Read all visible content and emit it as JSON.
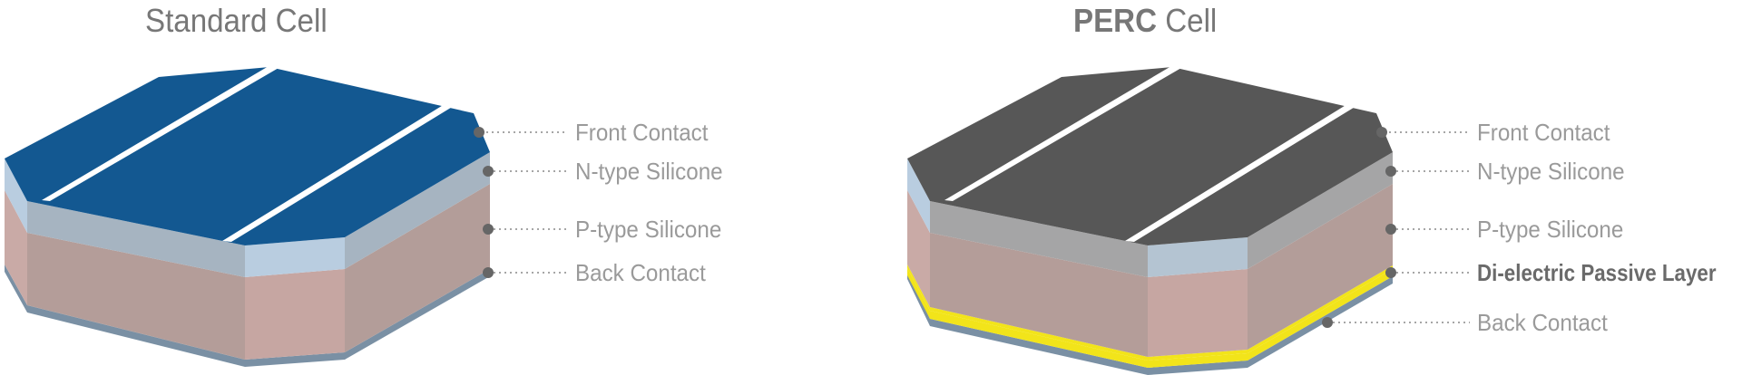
{
  "standard": {
    "title": "Standard Cell",
    "labels": [
      "Front Contact",
      "N-type Silicone",
      "P-type Silicone",
      "Back Contact"
    ]
  },
  "perc": {
    "title_bold": "PERC",
    "title_rest": " Cell",
    "labels": [
      "Front Contact",
      "N-type Silicone",
      "P-type Silicone",
      "Di-electric Passive Layer",
      "Back Contact"
    ]
  },
  "colors": {
    "standard_top": "#135891",
    "perc_top": "#575757",
    "ntype_front": "#b9cde0",
    "ntype_side": "#a6b4c1",
    "ntype_side_perc": "#a5a5a6",
    "ptype_front": "#c6a6a2",
    "ptype_side": "#b39d99",
    "back_contact": "#7a90a4",
    "passive_layer": "#f2e41a",
    "stripe": "#ffffff",
    "dot": "#666666",
    "label": "#9a9a9a",
    "title": "#777777"
  }
}
